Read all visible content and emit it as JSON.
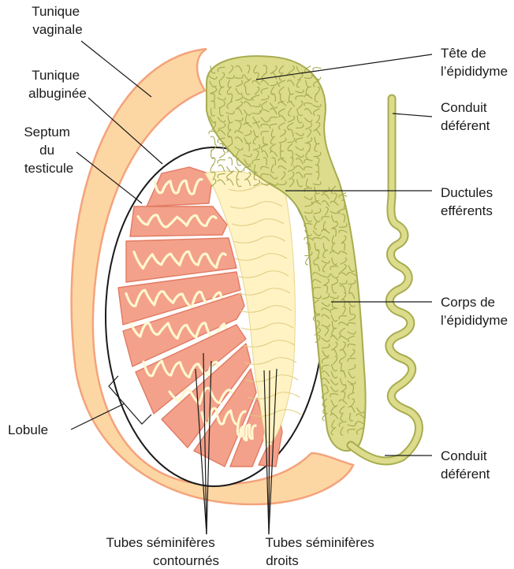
{
  "labels": {
    "tunique_vaginale": [
      "Tunique",
      "vaginale"
    ],
    "tunique_albuginee": [
      "Tunique",
      "albuginée"
    ],
    "septum": [
      "Septum",
      "du",
      "testicule"
    ],
    "tete_epididyme": [
      "Tête de",
      "l’épididyme"
    ],
    "conduit_deferent_top": [
      "Conduit",
      "déférent"
    ],
    "ductules": [
      "Ductules",
      "efférents"
    ],
    "corps_epididyme": [
      "Corps de",
      "l’épididyme"
    ],
    "lobule": [
      "Lobule"
    ],
    "conduit_deferent_bottom": [
      "Conduit",
      "déférent"
    ],
    "tubes_contournes": [
      "Tubes séminifères",
      "contournés"
    ],
    "tubes_droits": [
      "Tubes séminifères",
      "droits"
    ]
  },
  "colors": {
    "vaginale_fill": "#fdd7a3",
    "vaginale_stroke": "#f4a37c",
    "lobule_fill": "#f3a18a",
    "lobule_stroke": "#e27a63",
    "tube_fill": "#fff7cf",
    "rete_fill": "#fff3c4",
    "epididymis_fill": "#dcdc8c",
    "epididymis_stroke": "#a7ac4f"
  }
}
